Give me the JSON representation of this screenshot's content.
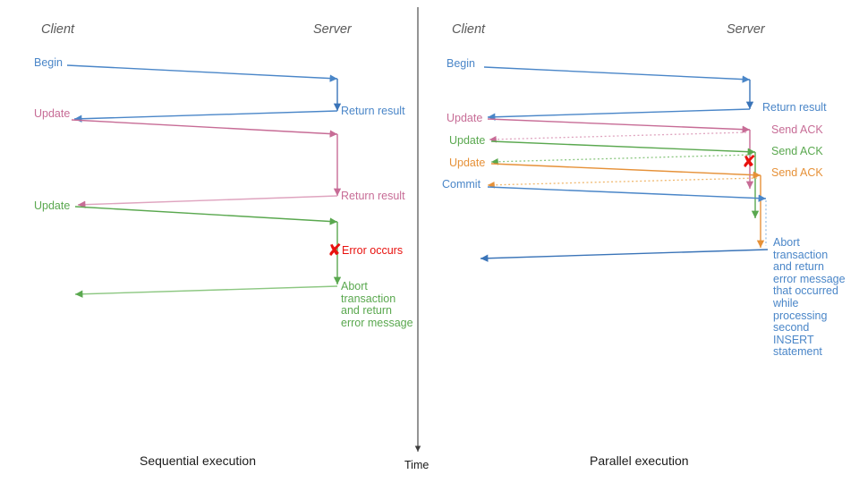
{
  "colors": {
    "blue": "#4a86c8",
    "blue_dark": "#3a74b8",
    "pink": "#c76c96",
    "pink_light": "#dfa4bf",
    "green": "#5aa84f",
    "green_light": "#8cc781",
    "orange": "#e69138",
    "orange_light": "#f0b86e",
    "red": "#e8110e",
    "grey": "#595959",
    "axis": "#3d3d3d",
    "divider": "#3d3d3d"
  },
  "divider": {
    "name": "panel-divider"
  },
  "time_axis": {
    "label": "Time"
  },
  "left_panel": {
    "caption": "Sequential execution",
    "client_label": "Client",
    "server_label": "Server",
    "messages": [
      {
        "id": "begin",
        "label": "Begin",
        "color": "blue",
        "side": "client"
      },
      {
        "id": "update-1",
        "label": "Update",
        "color": "pink",
        "side": "client"
      },
      {
        "id": "update-2",
        "label": "Update",
        "color": "green",
        "side": "client"
      }
    ],
    "server_labels": [
      {
        "id": "return-result-1",
        "label": "Return result",
        "color": "blue"
      },
      {
        "id": "return-result-2",
        "label": "Return result",
        "color": "pink"
      }
    ],
    "error": {
      "marker": "✘",
      "label": "Error occurs",
      "color": "red"
    },
    "abort_note": "Abort\ntransaction\nand return\nerror message"
  },
  "right_panel": {
    "caption": "Parallel execution",
    "client_label": "Client",
    "server_label": "Server",
    "messages": [
      {
        "id": "begin",
        "label": "Begin",
        "color": "blue"
      },
      {
        "id": "update-1",
        "label": "Update",
        "color": "pink"
      },
      {
        "id": "update-2",
        "label": "Update",
        "color": "green"
      },
      {
        "id": "update-3",
        "label": "Update",
        "color": "orange"
      },
      {
        "id": "commit",
        "label": "Commit",
        "color": "blue"
      }
    ],
    "server_labels": [
      {
        "id": "return-result",
        "label": "Return result",
        "color": "blue"
      },
      {
        "id": "send-ack-1",
        "label": "Send ACK",
        "color": "pink"
      },
      {
        "id": "send-ack-2",
        "label": "Send ACK",
        "color": "green"
      },
      {
        "id": "send-ack-3",
        "label": "Send ACK",
        "color": "orange"
      }
    ],
    "error": {
      "marker": "✘",
      "color": "red"
    },
    "abort_note": "Abort\ntransaction\nand return\nerror message\nthat occurred\nwhile\nprocessing\nsecond\nINSERT\nstatement"
  }
}
